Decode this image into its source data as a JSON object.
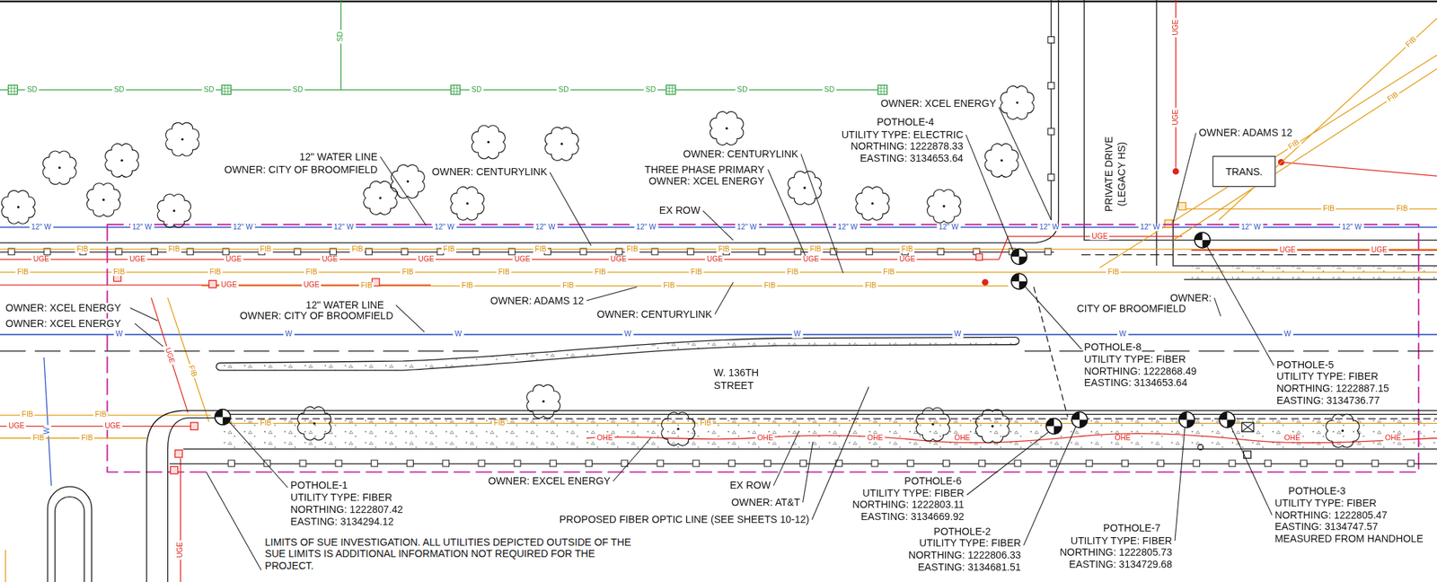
{
  "diagram": {
    "nodes": [
      {
        "text": [
          "TRANS."
        ]
      }
    ],
    "labels": [
      "SD",
      "SD",
      "SD",
      "SD",
      "SD",
      "SD",
      "SD",
      "SD",
      "SD",
      "SD",
      "12\" W",
      "12\" W",
      "12\" W",
      "12\" W",
      "12\" W",
      "12\" W",
      "12\" W",
      "12\" W",
      "12\" W",
      "12\" W",
      "12\" W",
      "12\" W",
      "12\" W",
      "12\" W",
      "UGE",
      "UGE",
      "UGE",
      "UGE",
      "UGE",
      "UGE",
      "UGE",
      "UGE",
      "UGE",
      "UGE",
      "FIB",
      "FIB",
      "FIB",
      "FIB",
      "FIB",
      "FIB",
      "FIB",
      "FIB",
      "FIB",
      "FIB",
      "FIB",
      "FIB",
      "FIB",
      "FIB",
      "FIB",
      "FIB",
      "FIB",
      "FIB",
      "FIB",
      "FIB",
      "FIB",
      "FIB",
      "FIB",
      "FIB",
      "FIB",
      "FIB",
      "UGE",
      "UGE",
      "UGE",
      "UGE",
      "UGE",
      "FIB",
      "FIB",
      "FIB",
      "W",
      "W",
      "W",
      "W",
      "W",
      "W",
      "W",
      "W",
      "FIB",
      "FIB",
      "UGE",
      "UGE",
      "FIB",
      "FIB",
      "OHE",
      "OHE",
      "OHE",
      "OHE",
      "OHE",
      "OHE",
      "OHE",
      "FIB",
      "FIB",
      "FIB",
      "UGE",
      "FIB",
      "W",
      "UGE",
      "UGE",
      "UGE",
      "FIB",
      "FIB",
      "FIB",
      "12\" WATER LINE",
      "OWNER: CITY OF BROOMFIELD",
      "OWNER: CENTURYLINK",
      "OWNER: CENTURYLINK",
      "THREE PHASE PRIMARY",
      "OWNER: XCEL ENERGY",
      "EX ROW",
      "OWNER: XCEL ENERGY",
      "POTHOLE-4",
      "UTILITY TYPE: ELECTRIC",
      "NORTHING: 1222878.33",
      "EASTING: 3134653.64",
      "PRIVATE DRIVE",
      "(LEGACY HS)",
      "OWNER: ADAMS 12",
      "OWNER: XCEL ENERGY",
      "OWNER: XCEL ENERGY",
      "12\" WATER LINE",
      "OWNER: CITY OF BROOMFIELD",
      "OWNER: ADAMS 12",
      "OWNER: CENTURYLINK",
      "OWNER:",
      "CITY OF BROOMFIELD",
      "POTHOLE-8",
      "UTILITY TYPE: FIBER",
      "NORTHING: 1222868.49",
      "EASTING: 3134653.64",
      "POTHOLE-5",
      "UTILITY TYPE: FIBER",
      "NORTHING: 1222887.15",
      "EASTING: 3134736.77",
      "W. 136TH",
      "STREET",
      "POTHOLE-1",
      "UTILITY TYPE: FIBER",
      "NORTHING: 1222807.42",
      "EASTING: 3134294.12",
      "OWNER: EXCEL ENERGY",
      "EX ROW",
      "OWNER: AT&T",
      "PROPOSED FIBER OPTIC LINE (SEE SHEETS 10-12)",
      "POTHOLE-6",
      "UTILITY TYPE: FIBER",
      "NORTHING: 1222803.11",
      "EASTING: 3134669.92",
      "POTHOLE-2",
      "UTILITY TYPE: FIBER",
      "NORTHING: 1222806.33",
      "EASTING: 3134681.51",
      "POTHOLE-7",
      "UTILITY TYPE: FIBER",
      "NORTHING: 1222805.73",
      "EASTING: 3134729.68",
      "POTHOLE-3",
      "UTILITY TYPE: FIBER",
      "NORTHING: 1222805.47",
      "EASTING: 3134747.57",
      "MEASURED FROM HANDHOLE",
      "LIMITS OF SUE INVESTIGATION. ALL UTILITIES DEPICTED OUTSIDE OF THE SUE LIMITS IS ADDITIONAL INFORMATION NOT REQUIRED FOR THE PROJECT."
    ]
  }
}
